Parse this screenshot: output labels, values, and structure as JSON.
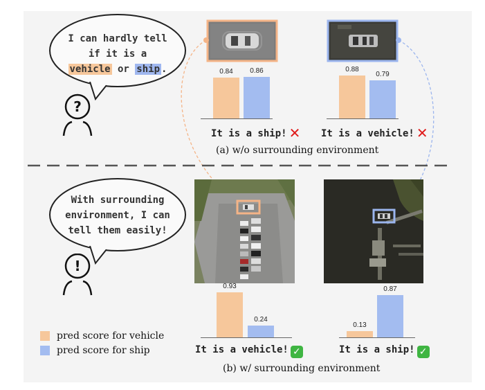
{
  "top": {
    "bubble_line1": "I can hardly tell",
    "bubble_line2": "if it is a",
    "bubble_word_vehicle": "vehicle",
    "bubble_word_or": " or ",
    "bubble_word_ship": "ship",
    "bubble_period": ".",
    "left_verdict": "It is a ship!",
    "right_verdict": "It is a vehicle!",
    "caption": "(a) w/o surrounding environment"
  },
  "bottom": {
    "bubble_line1": "With surrounding",
    "bubble_line2": "environment, I can",
    "bubble_line3": "tell them easily!",
    "left_verdict": "It is a vehicle!",
    "right_verdict": "It is a ship!",
    "caption": "(b) w/ surrounding environment"
  },
  "icons": {
    "question_person": "question-mark-person-icon",
    "exclamation_person": "exclamation-mark-person-icon",
    "wrong": "red-cross-icon",
    "right": "green-check-icon"
  },
  "legend": {
    "vehicle": "pred score for vehicle",
    "ship": "pred score for ship"
  },
  "colors": {
    "vehicle": "#f6c79b",
    "ship": "#a3bcf0",
    "vehicle_border": "#f4b487",
    "ship_border": "#9bb5ee"
  },
  "chart_data": [
    {
      "type": "bar",
      "categories": [
        "vehicle",
        "ship"
      ],
      "values": [
        0.84,
        0.86
      ]
    },
    {
      "type": "bar",
      "categories": [
        "vehicle",
        "ship"
      ],
      "values": [
        0.88,
        0.79
      ]
    },
    {
      "type": "bar",
      "categories": [
        "vehicle",
        "ship"
      ],
      "values": [
        0.93,
        0.24
      ]
    },
    {
      "type": "bar",
      "categories": [
        "vehicle",
        "ship"
      ],
      "values": [
        0.13,
        0.87
      ]
    }
  ]
}
